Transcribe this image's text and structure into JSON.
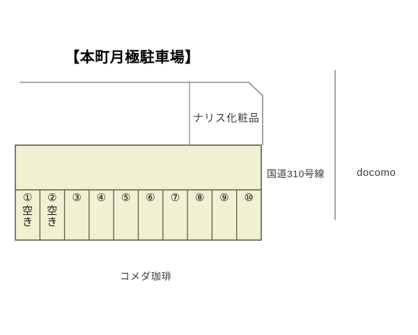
{
  "title": "【本町月極駐車場】",
  "colors": {
    "lot_fill": "#f0f0d2",
    "lot_stroke": "#5a5a4a",
    "outline_stroke": "#888888",
    "text": "#3a3a3a",
    "background": "#ffffff"
  },
  "labels": {
    "building": "ナリス化粧品",
    "road": "国道310号線",
    "carrier_shop": "docomo",
    "cafe": "コメダ珈琲"
  },
  "parking": {
    "vacant_text": "空き",
    "stalls": [
      {
        "number": "①",
        "status": "空き",
        "vacant": true
      },
      {
        "number": "②",
        "status": "空き",
        "vacant": true
      },
      {
        "number": "③",
        "status": "",
        "vacant": false
      },
      {
        "number": "④",
        "status": "",
        "vacant": false
      },
      {
        "number": "⑤",
        "status": "",
        "vacant": false
      },
      {
        "number": "⑥",
        "status": "",
        "vacant": false
      },
      {
        "number": "⑦",
        "status": "",
        "vacant": false
      },
      {
        "number": "⑧",
        "status": "",
        "vacant": false
      },
      {
        "number": "⑨",
        "status": "",
        "vacant": false
      },
      {
        "number": "⑩",
        "status": "",
        "vacant": false
      }
    ]
  }
}
